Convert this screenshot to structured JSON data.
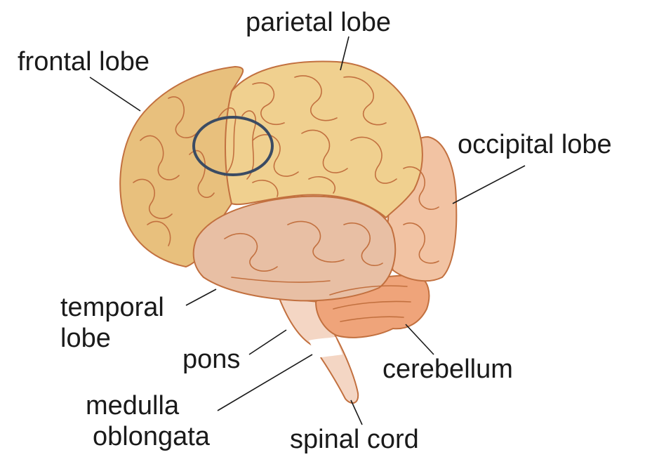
{
  "labels": {
    "parietal": "parietal lobe",
    "frontal": "frontal lobe",
    "occipital": "occipital lobe",
    "temporal_line1": "temporal",
    "temporal_line2": "lobe",
    "pons": "pons",
    "medulla_line1": "medulla",
    "medulla_line2": "oblongata",
    "cerebellum": "cerebellum",
    "spinal_cord": "spinal cord"
  },
  "colors": {
    "frontal": "#E8C07D",
    "parietal": "#F0D08F",
    "occipital": "#F2C3A3",
    "temporal": "#E8BFA4",
    "cerebellum": "#EFA47A",
    "brainstem": "#F4D6C4",
    "outline": "#C2703F",
    "highlight_circle": "#3B4B63"
  }
}
